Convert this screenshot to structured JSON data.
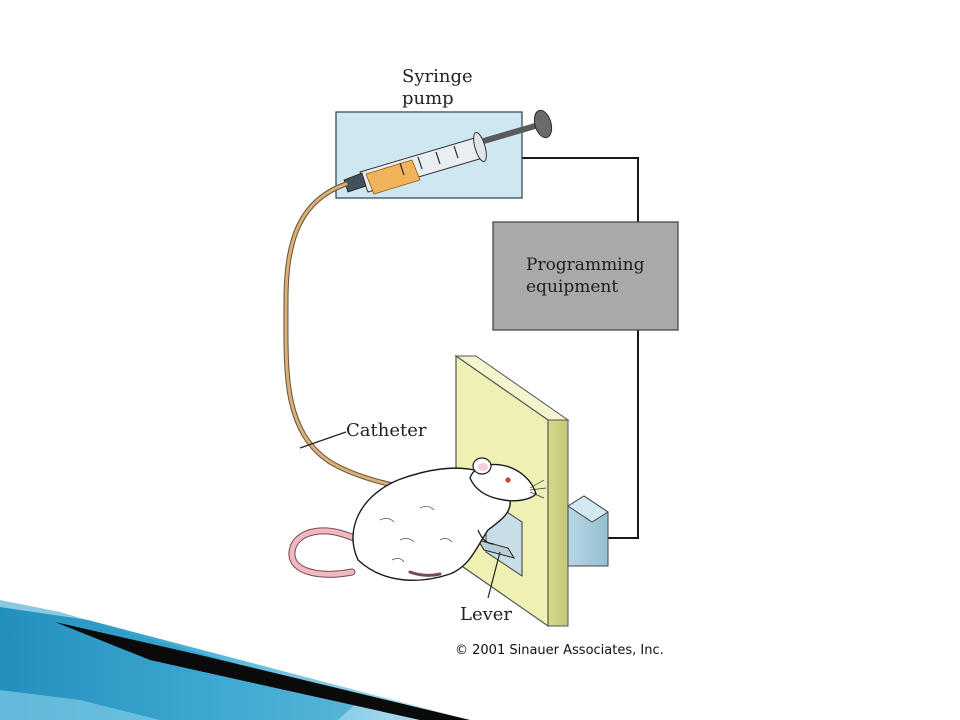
{
  "labels": {
    "syringe_pump_line1": "Syringe",
    "syringe_pump_line2": "pump",
    "programming_line1": "Programming",
    "programming_line2": "equipment",
    "catheter": "Catheter",
    "lever": "Lever"
  },
  "copyright": "© 2001 Sinauer Associates, Inc.",
  "colors": {
    "pump_box": "#cfe7f1",
    "programming_box": "#a9a9a9",
    "panel": "#eef0b4",
    "catheter": "#d8b07a",
    "drug": "#f2b45a",
    "slide_accent": "#2a9dc8"
  }
}
